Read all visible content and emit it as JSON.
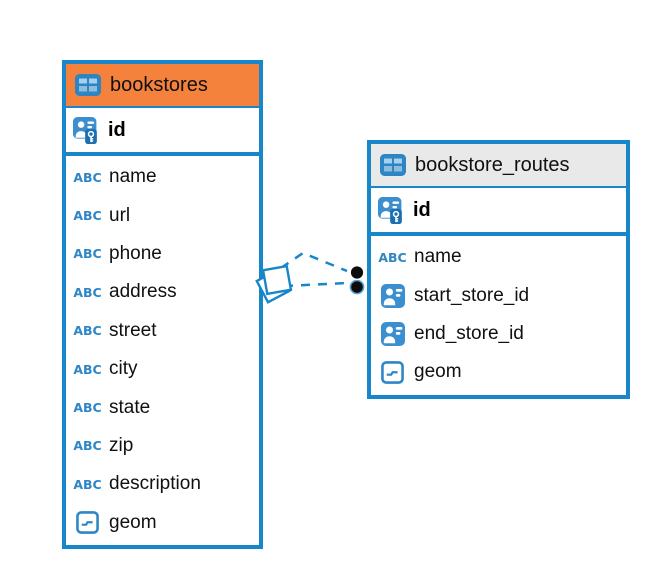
{
  "diagram": {
    "background_color": "#ffffff",
    "accent_color": "#1787c9",
    "connection": {
      "line_style": "dashed",
      "color": "#1787c9",
      "line_count": 2,
      "source_table": "bookstores",
      "target_table": "bookstore_routes",
      "source_marker": "diamond-stack",
      "target_marker": "black-dots"
    },
    "icons": {
      "text_type_label": "ABC"
    },
    "tables": [
      {
        "name": "bookstores",
        "header_color": "#f5823c",
        "primary_key": {
          "name": "id"
        },
        "columns": [
          {
            "name": "name",
            "type_icon": "text-type-icon"
          },
          {
            "name": "url",
            "type_icon": "text-type-icon"
          },
          {
            "name": "phone",
            "type_icon": "text-type-icon"
          },
          {
            "name": "address",
            "type_icon": "text-type-icon"
          },
          {
            "name": "street",
            "type_icon": "text-type-icon"
          },
          {
            "name": "city",
            "type_icon": "text-type-icon"
          },
          {
            "name": "state",
            "type_icon": "text-type-icon"
          },
          {
            "name": "zip",
            "type_icon": "text-type-icon"
          },
          {
            "name": "description",
            "type_icon": "text-type-icon"
          },
          {
            "name": "geom",
            "type_icon": "geometry-type-icon"
          }
        ]
      },
      {
        "name": "bookstore_routes",
        "header_color": "#e9e9e9",
        "primary_key": {
          "name": "id"
        },
        "columns": [
          {
            "name": "name",
            "type_icon": "text-type-icon"
          },
          {
            "name": "start_store_id",
            "type_icon": "foreign-key-icon"
          },
          {
            "name": "end_store_id",
            "type_icon": "foreign-key-icon"
          },
          {
            "name": "geom",
            "type_icon": "geometry-type-icon"
          }
        ]
      }
    ]
  }
}
